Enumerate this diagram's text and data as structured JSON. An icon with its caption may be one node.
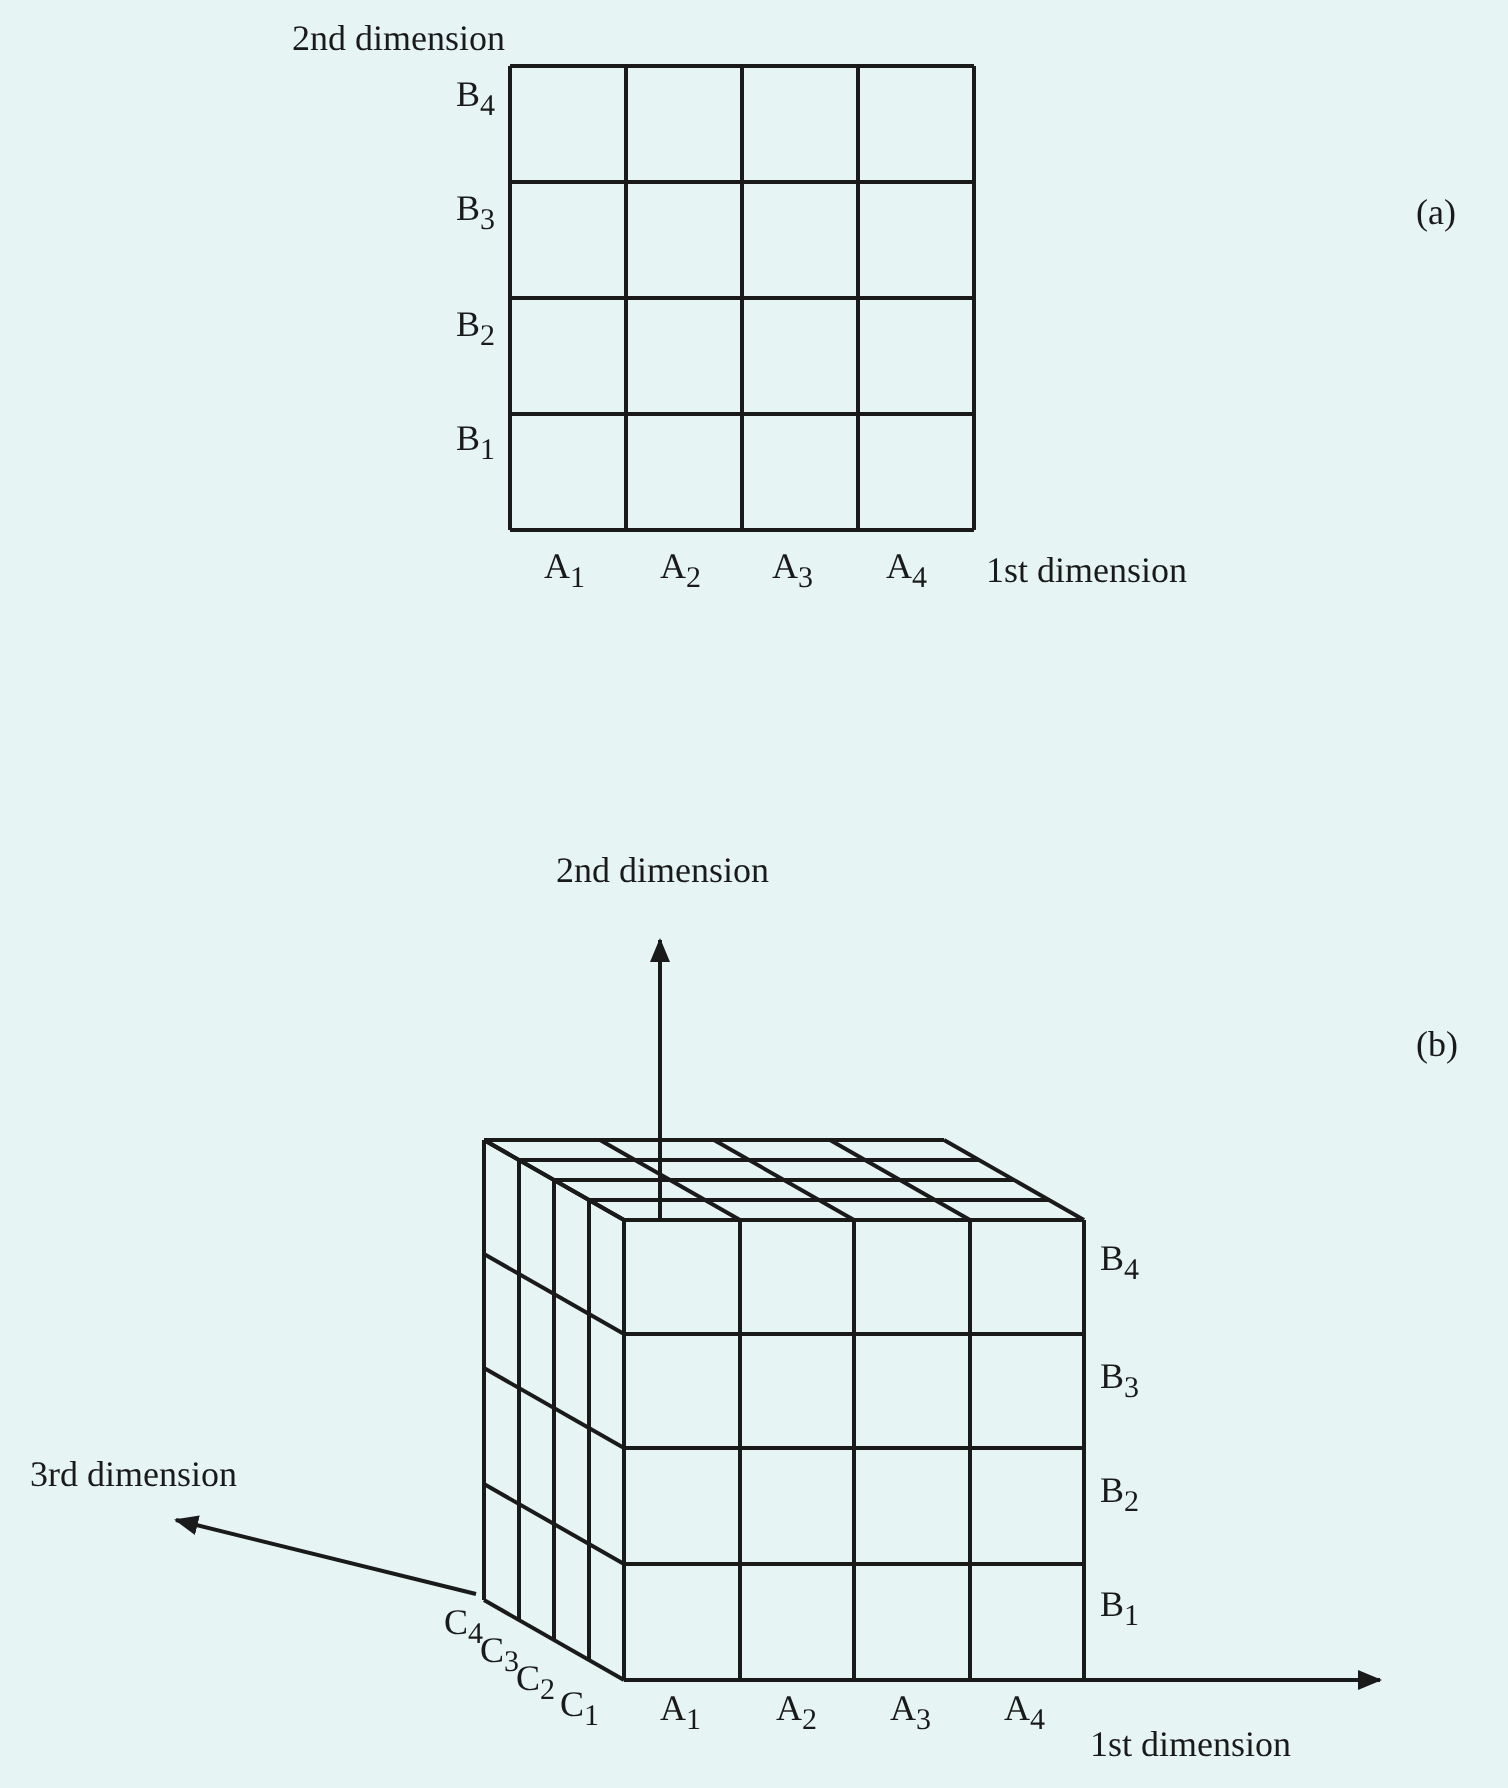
{
  "diagram": {
    "labels": [
      "2nd dimension",
      "B$_{4}$",
      "B$_{3}$",
      "(a)",
      "B$_{2}$",
      "B$_{1}$",
      "A$_{1}$",
      "A$_{2}$",
      "A$_{3}$",
      "A$_{4}$",
      "1st dimension",
      "2nd dimension",
      "(b)",
      "B$_{4}$",
      "B$_{3}$",
      "3rd dimension",
      "B$_{2}$",
      "B$_{1}$",
      "C$_{4}$",
      "C$_{3}$",
      "C$_{2}$",
      "C$_{1}$",
      "A$_{1}$",
      "A$_{2}$",
      "A$_{3}$",
      "A$_{4}$",
      "1st dimension"
    ]
  }
}
